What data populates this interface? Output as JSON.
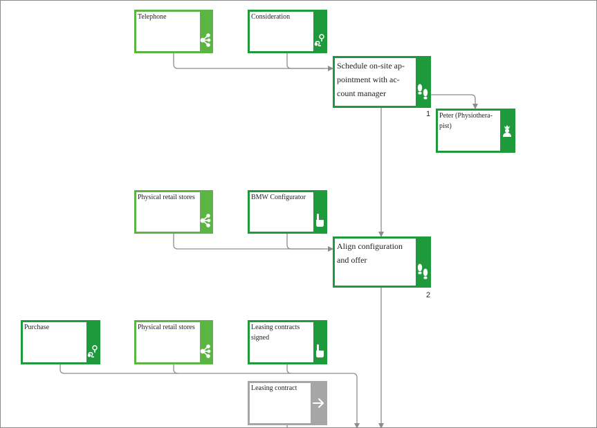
{
  "nodes": {
    "telephone": "Telephone",
    "consideration": "Consideration",
    "schedule": "Schedule on-site ap-pointment with ac-count manager",
    "peter": "Peter (Physiothera-pist)",
    "retail1": "Physical retail stores",
    "bmw": "BMW Configurator",
    "align": "Align configuration and offer",
    "purchase": "Purchase",
    "retail2": "Physical retail stores",
    "leasing_signed": "Leasing contracts signed",
    "leasing_contract": "Leasing contract"
  },
  "steps": {
    "step1": "1",
    "step2": "2"
  },
  "colors": {
    "dark_green": "#1e9a3c",
    "light_green": "#5ab543",
    "gray": "#a6a6a6",
    "connector": "#8c8c8c"
  },
  "icons": {
    "telephone": "share-network-icon",
    "consideration": "location-pin-route-icon",
    "schedule": "footsteps-icon",
    "peter": "person-icon",
    "retail1": "share-network-icon",
    "bmw": "pointing-hand-icon",
    "align": "footsteps-icon",
    "purchase": "location-pin-route-icon",
    "retail2": "share-network-icon",
    "leasing_signed": "pointing-hand-icon",
    "leasing_contract": "arrow-right-icon"
  }
}
